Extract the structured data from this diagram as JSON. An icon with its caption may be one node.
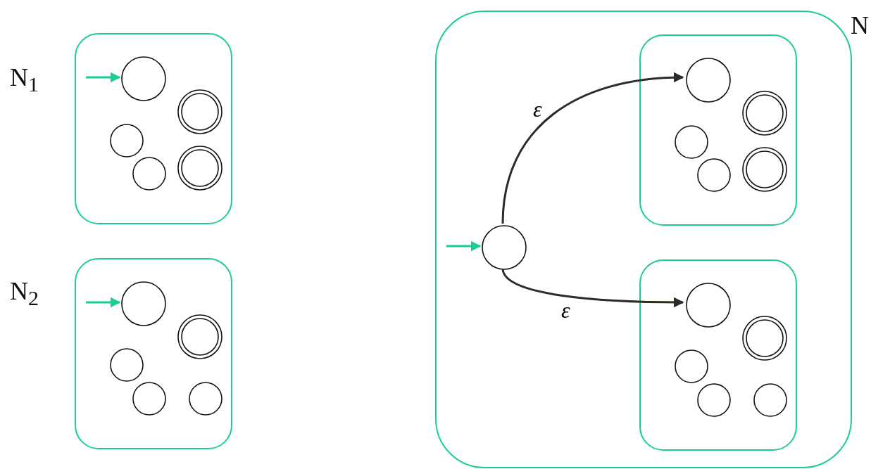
{
  "diagram": {
    "nodes": [
      {
        "text": [
          "N$_{1}$"
        ]
      },
      {
        "text": [],
        "shape": "circle",
        "in": 0
      },
      {
        "text": [],
        "shape": "double-circle",
        "in": 0
      },
      {
        "text": [],
        "shape": "circle",
        "in": 0
      },
      {
        "text": [],
        "shape": "double-circle",
        "in": 0
      },
      {
        "text": [],
        "shape": "circle",
        "in": 0
      },
      {
        "text": [
          "N$_{2}$"
        ]
      },
      {
        "text": [],
        "shape": "circle",
        "in": 6
      },
      {
        "text": [],
        "shape": "double-circle",
        "in": 6
      },
      {
        "text": [],
        "shape": "circle",
        "in": 6
      },
      {
        "text": [],
        "shape": "circle",
        "in": 6
      },
      {
        "text": [],
        "shape": "circle",
        "in": 6
      },
      {
        "text": [
          "N"
        ]
      },
      {
        "text": [],
        "shape": "circle",
        "in": 12
      },
      {
        "text": [],
        "shape": "box",
        "in": 12
      },
      {
        "text": [],
        "shape": "circle",
        "in": 14
      },
      {
        "text": [],
        "shape": "double-circle",
        "in": 14
      },
      {
        "text": [],
        "shape": "circle",
        "in": 14
      },
      {
        "text": [],
        "shape": "double-circle",
        "in": 14
      },
      {
        "text": [],
        "shape": "circle",
        "in": 14
      },
      {
        "text": [],
        "shape": "box",
        "in": 12
      },
      {
        "text": [],
        "shape": "circle",
        "in": 20
      },
      {
        "text": [],
        "shape": "double-circle",
        "in": 20
      },
      {
        "text": [],
        "shape": "circle",
        "in": 20
      },
      {
        "text": [],
        "shape": "circle",
        "in": 20
      },
      {
        "text": [],
        "shape": "circle",
        "in": 20
      }
    ],
    "edges": [
      {
        "from": null,
        "to": 1,
        "arrow": "to"
      },
      {
        "from": null,
        "to": 7,
        "arrow": "to"
      },
      {
        "from": null,
        "to": 13,
        "arrow": "to"
      },
      {
        "from": 13,
        "to": 15,
        "arrow": "to",
        "label": "ε",
        "color": "#2d2b22"
      },
      {
        "from": 13,
        "to": 21,
        "arrow": "to",
        "label": "ε",
        "color": "#2d2b22"
      }
    ]
  }
}
